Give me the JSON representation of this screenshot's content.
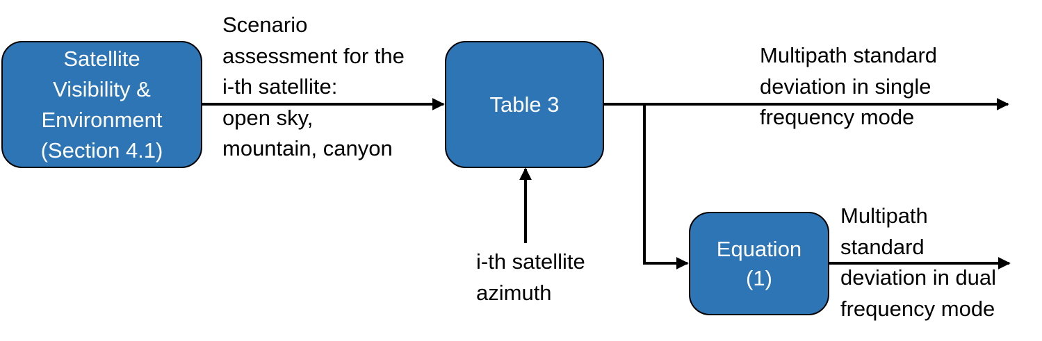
{
  "colors": {
    "box_fill": "#2E75B6",
    "box_border": "#000000",
    "box_text": "#FFFFFF",
    "arrow": "#000000",
    "label_text": "#000000"
  },
  "nodes": {
    "satellite_visibility": "Satellite\nVisibility &\nEnvironment\n(Section 4.1)",
    "table3": "Table 3",
    "equation1": "Equation\n(1)"
  },
  "labels": {
    "scenario_assessment": "Scenario\nassessment for the\ni-th satellite:\nopen sky,\nmountain, canyon",
    "azimuth": "i-th satellite\nazimuth",
    "single_frequency_output": "Multipath standard\ndeviation in single\nfrequency mode",
    "dual_frequency_output": "Multipath\nstandard\ndeviation in dual\nfrequency mode"
  }
}
